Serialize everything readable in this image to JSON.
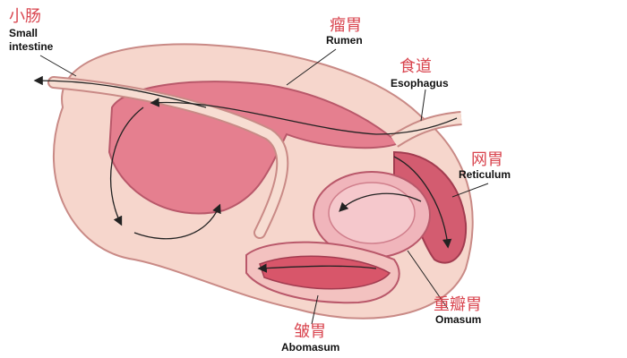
{
  "labels": {
    "small_intestine": {
      "zh": "小肠",
      "en_line1": "Small",
      "en_line2": "intestine"
    },
    "rumen": {
      "zh": "瘤胃",
      "en": "Rumen"
    },
    "esophagus": {
      "zh": "食道",
      "en": "Esophagus"
    },
    "reticulum": {
      "zh": "网胃",
      "en": "Reticulum"
    },
    "omasum": {
      "zh": "重瓣胃",
      "en": "Omasum"
    },
    "abomasum": {
      "zh": "皱胃",
      "en": "Abomasum"
    }
  },
  "colors": {
    "label_zh": "#d9454f",
    "label_en": "#111111",
    "outer_tissue": "#f6d6cc",
    "inner_lining": "#e57f8f",
    "deep_lining": "#c9455a"
  }
}
